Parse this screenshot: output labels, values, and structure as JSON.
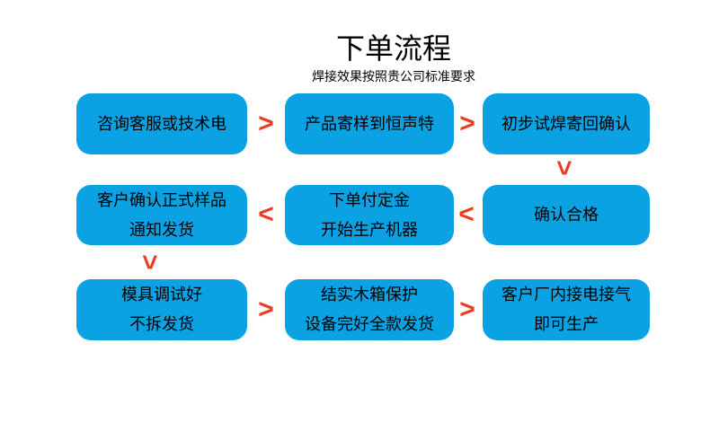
{
  "header": {
    "title": "下单流程",
    "subtitle": "焊接效果按照贵公司标准要求"
  },
  "colors": {
    "background": "#ffffff",
    "box_fill": "#0aa2e3",
    "arrow_red": "#ed3b26",
    "text": "#000000"
  },
  "glyphs": {
    "arrow_right": ">",
    "arrow_left": "<",
    "arrow_down": ">"
  },
  "flow": {
    "rows": [
      {
        "nodes": [
          {
            "lines": [
              "咨询客服或技术电"
            ]
          },
          {
            "lines": [
              "产品寄样到恒声特"
            ]
          },
          {
            "lines": [
              "初步试焊寄回确认"
            ]
          }
        ]
      },
      {
        "nodes": [
          {
            "lines": [
              "客户确认正式样品",
              "通知发货"
            ]
          },
          {
            "lines": [
              "下单付定金",
              "开始生产机器"
            ]
          },
          {
            "lines": [
              "确认合格"
            ]
          }
        ]
      },
      {
        "nodes": [
          {
            "lines": [
              "模具调试好",
              "不拆发货"
            ]
          },
          {
            "lines": [
              "结实木箱保护",
              "设备完好全款发货"
            ]
          },
          {
            "lines": [
              "客户厂内接电接气",
              "即可生产"
            ]
          }
        ]
      }
    ]
  }
}
